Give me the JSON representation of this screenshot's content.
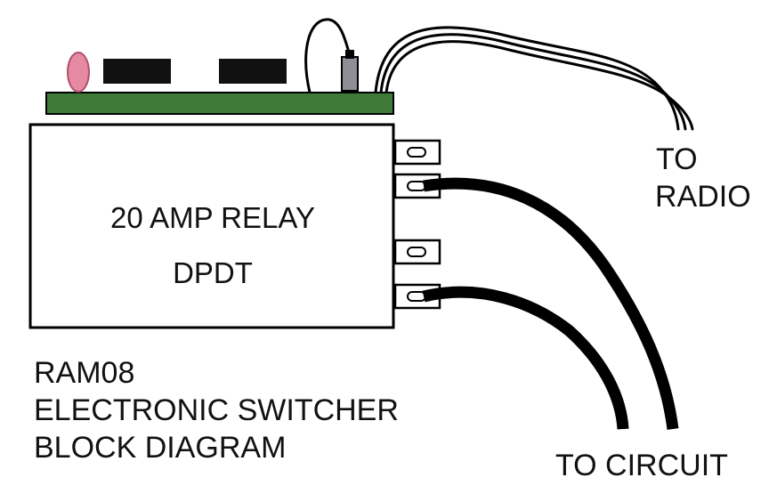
{
  "relay": {
    "line1": "20 AMP RELAY",
    "line2": "DPDT"
  },
  "labels": {
    "radio_line1": "TO",
    "radio_line2": "RADIO",
    "circuit": "TO CIRCUIT"
  },
  "caption": {
    "line1": "RAM08",
    "line2": "ELECTRONIC SWITCHER",
    "line3": "BLOCK DIAGRAM"
  },
  "colors": {
    "board": "#3d7a3a",
    "led": "#e58aa2",
    "chip": "#111111",
    "connector": "#8e8e96",
    "wire": "#000000",
    "outline": "#000000",
    "background": "#ffffff"
  }
}
